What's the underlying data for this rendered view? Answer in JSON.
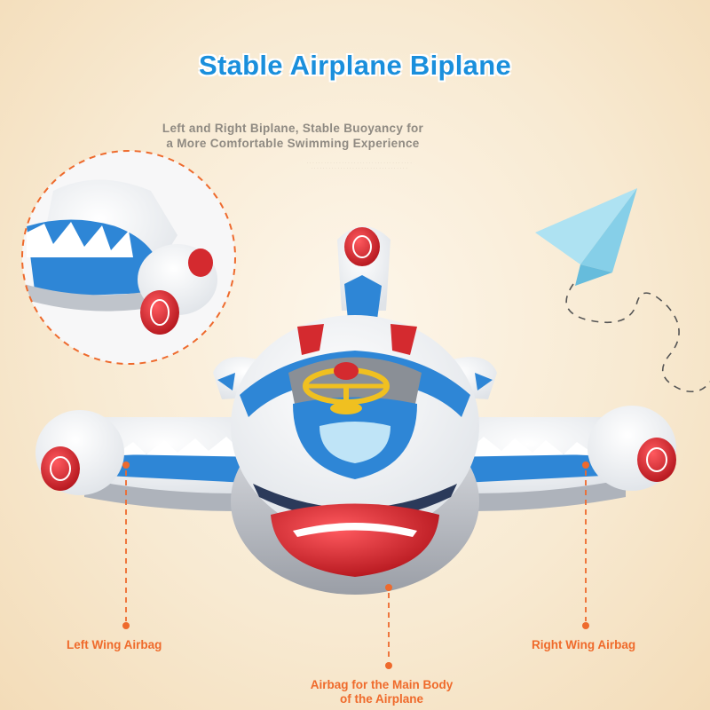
{
  "title": "Stable Airplane Biplane",
  "subtitle": {
    "line1": "Left and Right Biplane, Stable Buoyancy for",
    "line2": "a More Comfortable Swimming Experience"
  },
  "fine_print": [
    "· · · · · · · · · · · · · · · · · · · · · · · · · · · · · · · · · · · ·",
    "· · · · · · · · · · · · · · · · · · · · · · · · · · · · · · · · ·"
  ],
  "labels": {
    "left_wing": "Left Wing Airbag",
    "right_wing": "Right Wing Airbag",
    "main_body_line1": "Airbag for the Main Body",
    "main_body_line2": "of the Airplane"
  },
  "colors": {
    "title": "#1a8fdc",
    "label": "#ef6a2b",
    "subtitle": "#8f8a82",
    "body_blue": "#2e86d6",
    "accent_red": "#d42a2f",
    "steering_yellow": "#f0c020"
  }
}
